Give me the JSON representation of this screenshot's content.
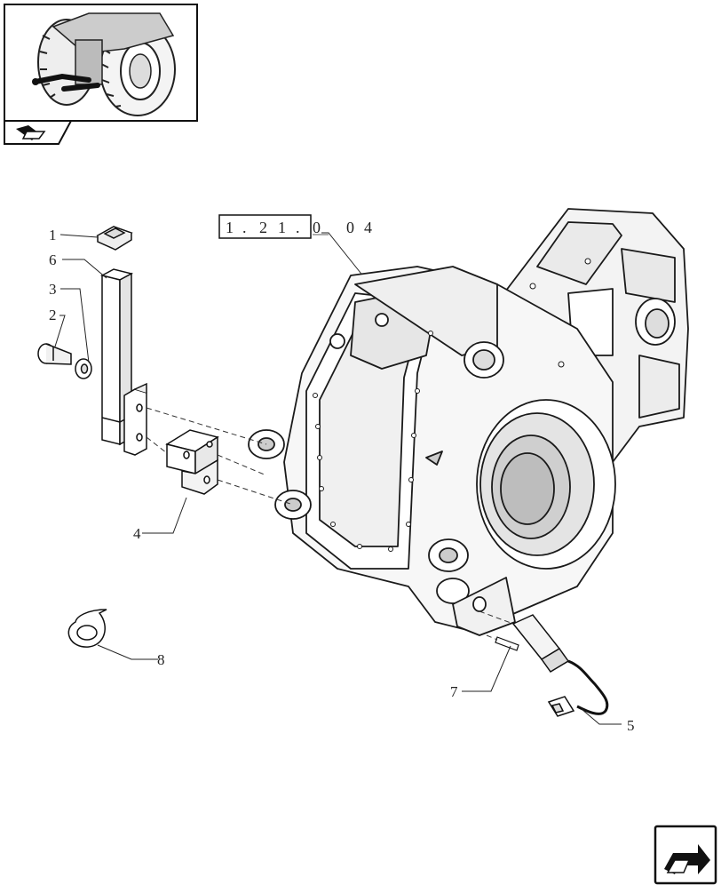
{
  "reference": {
    "boxed_digits": [
      "1",
      ".",
      "2",
      "1",
      "."
    ],
    "suffix_digits": [
      "0",
      "0",
      "4"
    ]
  },
  "callouts": [
    {
      "id": "1",
      "label": "1"
    },
    {
      "id": "2",
      "label": "2"
    },
    {
      "id": "3",
      "label": "3"
    },
    {
      "id": "4",
      "label": "4"
    },
    {
      "id": "5",
      "label": "5"
    },
    {
      "id": "6",
      "label": "6"
    },
    {
      "id": "7",
      "label": "7"
    },
    {
      "id": "8",
      "label": "8"
    }
  ],
  "icons": {
    "thumbnail": "tractor-rear-thumbnail",
    "back_tab": "back-arrow-icon",
    "next_page": "next-page-arrow-icon"
  }
}
